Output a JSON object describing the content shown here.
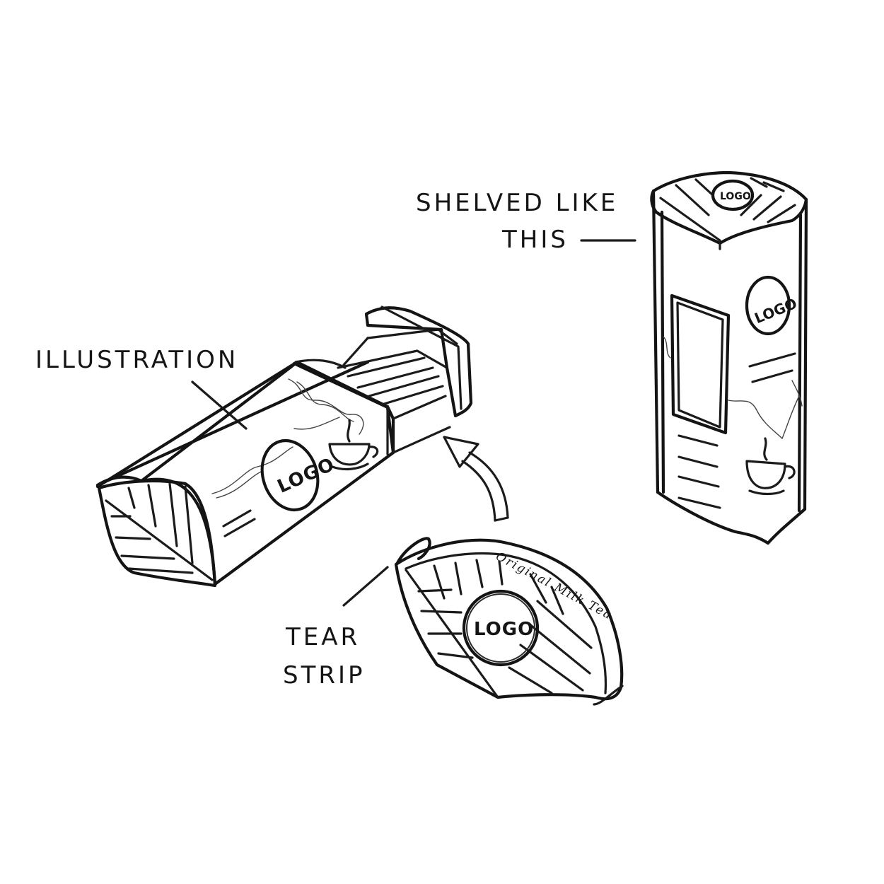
{
  "annotations": {
    "shelved_line1": "SHELVED LIKE",
    "shelved_line2": "THIS",
    "illustration": "ILLUSTRATION",
    "tear_line1": "TEAR",
    "tear_line2": "STRIP"
  },
  "product": {
    "logo": "LOGO",
    "flavor": "Original Milk Tea"
  },
  "colors": {
    "ink": "#1b1b1b",
    "paper": "#ffffff"
  }
}
